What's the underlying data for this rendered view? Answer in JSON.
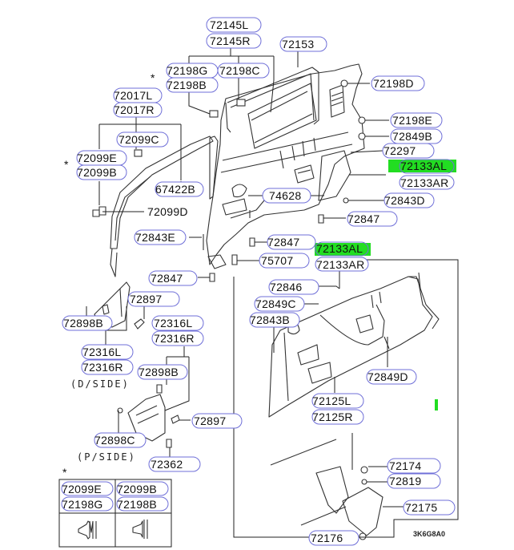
{
  "diagram": {
    "type": "exploded parts diagram",
    "code": "3K6G8A0",
    "highlight_color": "#22dd22",
    "label_border_color": "#6f6fd8",
    "asterisk": "*",
    "labels": {
      "p72145L": "72145L",
      "p72145R": "72145R",
      "p72153": "72153",
      "p72198G": "72198G",
      "p72198C": "72198C",
      "p72198B": "72198B",
      "p72198D": "72198D",
      "p72017L": "72017L",
      "p72017R": "72017R",
      "p72099C": "72099C",
      "p72099E": "72099E",
      "p72099B": "72099B",
      "p67422B": "67422B",
      "p72099D": "72099D",
      "p72198E": "72198E",
      "p72849B": "72849B",
      "p72297": "72297",
      "p72133AL_a": "72133AL",
      "p72133AR_a": "72133AR",
      "p74628": "74628",
      "p72843D": "72843D",
      "p72847_a": "72847",
      "p72843E": "72843E",
      "p72847_b": "72847",
      "p72133AL_b": "72133AL",
      "p72133AR_b": "72133AR",
      "p75707": "75707",
      "p72847_c": "72847",
      "p72846": "72846",
      "p72849C": "72849C",
      "p72843B": "72843B",
      "p72849D": "72849D",
      "p72125L": "72125L",
      "p72125R": "72125R",
      "p72897_a": "72897",
      "p72898B_a": "72898B",
      "p72316L_a": "72316L",
      "p72316R_a": "72316R",
      "p72316L_b": "72316L",
      "p72316R_b": "72316R",
      "p72898B_b": "72898B",
      "p72897_b": "72897",
      "p72898C": "72898C",
      "p72362": "72362",
      "p72174": "72174",
      "p72819": "72819",
      "p72175": "72175",
      "p72176": "72176"
    },
    "notes": {
      "d_side": "(D/SIDE)",
      "p_side": "(P/SIDE)"
    },
    "legend_table": {
      "col1": [
        "72099E",
        "72198G"
      ],
      "col2": [
        "72099B",
        "72198B"
      ]
    }
  }
}
